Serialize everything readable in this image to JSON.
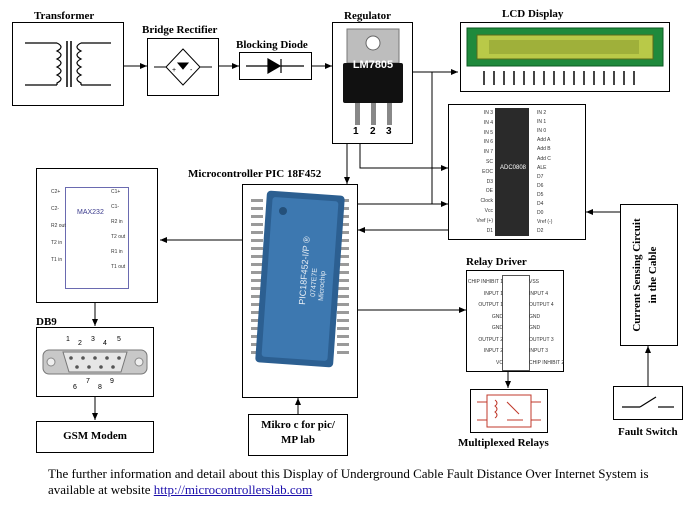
{
  "blocks": {
    "transformer": "Transformer",
    "bridge_rectifier": "Bridge Rectifier",
    "blocking_diode": "Blocking Diode",
    "regulator": "Regulator",
    "regulator_chip": "LM7805",
    "regulator_pins": [
      "1",
      "2",
      "3"
    ],
    "lcd_display": "LCD Display",
    "adc_chip": "ADC0808",
    "microcontroller": "Microcontroller PIC 18F452",
    "max232_chip": "MAX232",
    "db9": "DB9",
    "db9_pins_top": [
      "1",
      "2",
      "3",
      "4",
      "5"
    ],
    "db9_pins_bottom": [
      "6",
      "7",
      "8",
      "9"
    ],
    "gsm_modem": "GSM Modem",
    "relay_driver": "Relay Driver",
    "multiplexed_relays": "Multiplexed Relays",
    "mikro_c_line1": "Mikro c for pic/",
    "mikro_c_line2": "MP lab",
    "current_sensing_line1": "Current Sensing Circuit",
    "current_sensing_line2": "in the Cable",
    "fault_switch": "Fault Switch"
  },
  "adc_pins_left": [
    "IN 3",
    "IN 4",
    "IN 5",
    "IN 6",
    "IN 7",
    "SC",
    "EOC",
    "D3",
    "OE",
    "Clock",
    "Vcc",
    "Vref (+)",
    "D1"
  ],
  "adc_pins_right": [
    "IN 2",
    "IN 1",
    "IN 0",
    "Add A",
    "Add B",
    "Add C",
    "ALE",
    "D7",
    "D6",
    "D5",
    "D4",
    "D0",
    "Vref (-)",
    "D2"
  ],
  "max232_pins_left": [
    "C2+",
    "C2-",
    "R2 out",
    "T2 in",
    "T1 in"
  ],
  "max232_pins_right": [
    "C1+",
    "C1-",
    "R2 in",
    "T2 out",
    "R1 in",
    "T1 out"
  ],
  "relay_pins_left": [
    "CHIP INHIBIT 1",
    "INPUT 1",
    "OUTPUT 1",
    "GND",
    "GND",
    "OUTPUT 2",
    "INPUT 2",
    "VC"
  ],
  "relay_pins_right": [
    "VSS",
    "INPUT 4",
    "OUTPUT 4",
    "GND",
    "GND",
    "OUTPUT 3",
    "INPUT 3",
    "CHIP INHIBIT 2"
  ],
  "footer": {
    "text": "The further information and detail about this Display of Underground Cable Fault Distance Over Internet System is available at website ",
    "link": "http://microcontrollerslab.com"
  }
}
